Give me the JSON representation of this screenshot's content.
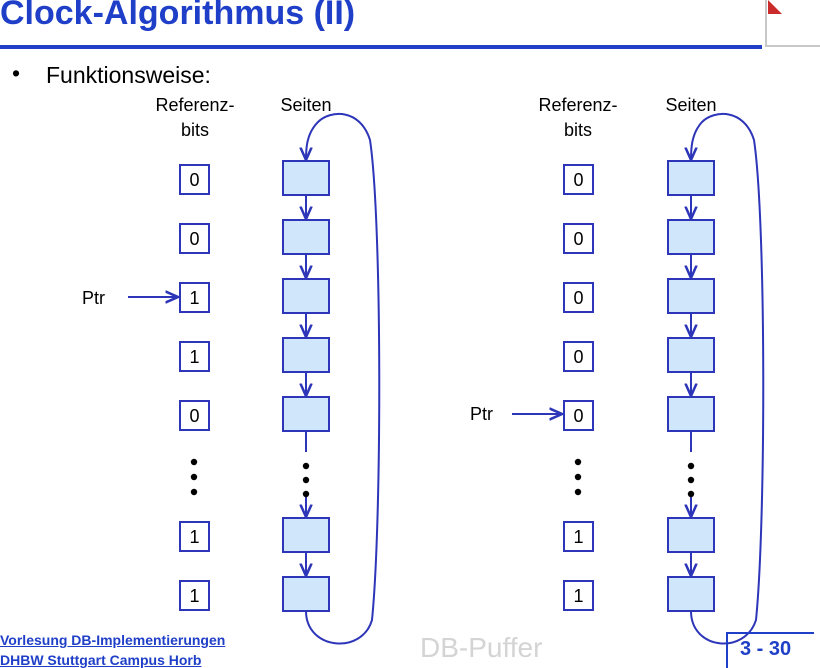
{
  "slide": {
    "title": "Clock-Algorithmus (II)",
    "bullet": "•",
    "subtitle": "Funktionsweise:"
  },
  "diagram_left": {
    "col_ref_label_1": "Referenz-",
    "col_ref_label_2": "bits",
    "col_pages_label": "Seiten",
    "bits": [
      "0",
      "0",
      "1",
      "1",
      "0",
      "1",
      "1"
    ],
    "pointer_label": "Ptr",
    "pointer_at_index": 2
  },
  "diagram_right": {
    "col_ref_label_1": "Referenz-",
    "col_ref_label_2": "bits",
    "col_pages_label": "Seiten",
    "bits": [
      "0",
      "0",
      "0",
      "0",
      "0",
      "1",
      "1"
    ],
    "pointer_label": "Ptr",
    "pointer_at_index": 4
  },
  "footer": {
    "line1": "Vorlesung DB-Implementierungen",
    "line2": "DHBW Stuttgart Campus Horb",
    "center": "DB-Puffer",
    "page": "3 - 30"
  },
  "colors": {
    "title": "#1f3fc8",
    "page_fill": "#cfe6fb",
    "outline": "#2d35b8",
    "footer_center": "#d4d4d4"
  }
}
